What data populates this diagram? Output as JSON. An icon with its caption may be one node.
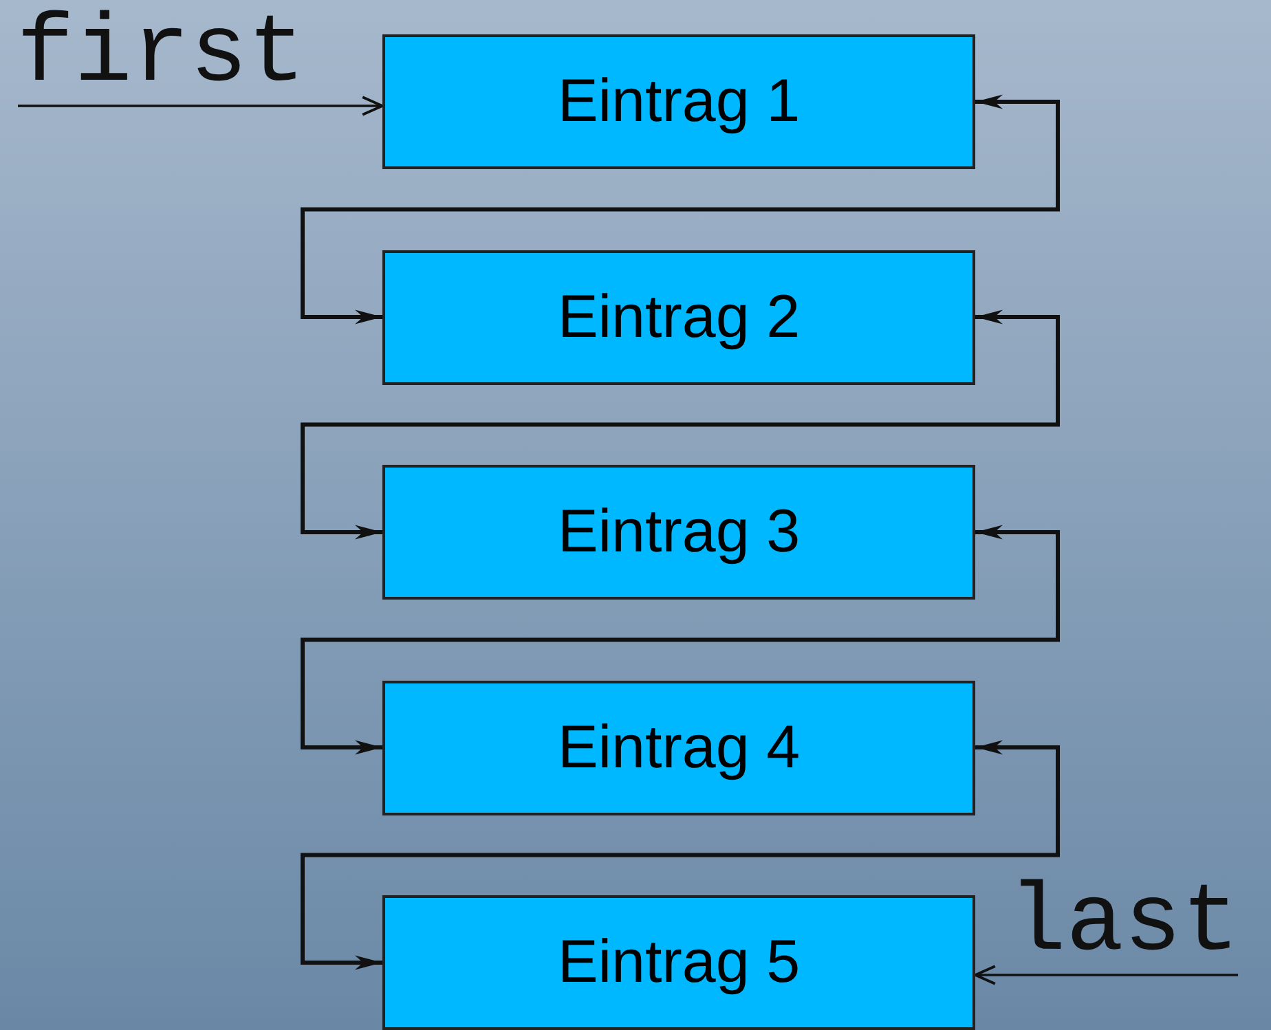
{
  "diagram": {
    "nodes": [
      {
        "text": [
          "first"
        ]
      },
      {
        "text": [
          "Eintrag 1"
        ]
      },
      {
        "text": [
          "Eintrag 2"
        ]
      },
      {
        "text": [
          "Eintrag 3"
        ]
      },
      {
        "text": [
          "Eintrag 4"
        ]
      },
      {
        "text": [
          "Eintrag 5"
        ]
      },
      {
        "text": [
          "last"
        ]
      }
    ],
    "edges": [
      {
        "from": 0,
        "to": 1,
        "arrow": "to"
      },
      {
        "from": 1,
        "to": 2,
        "arrow": "both"
      },
      {
        "from": 2,
        "to": 3,
        "arrow": "both"
      },
      {
        "from": 3,
        "to": 4,
        "arrow": "both"
      },
      {
        "from": 4,
        "to": 5,
        "arrow": "both"
      },
      {
        "from": 6,
        "to": 5,
        "arrow": "to"
      }
    ]
  }
}
